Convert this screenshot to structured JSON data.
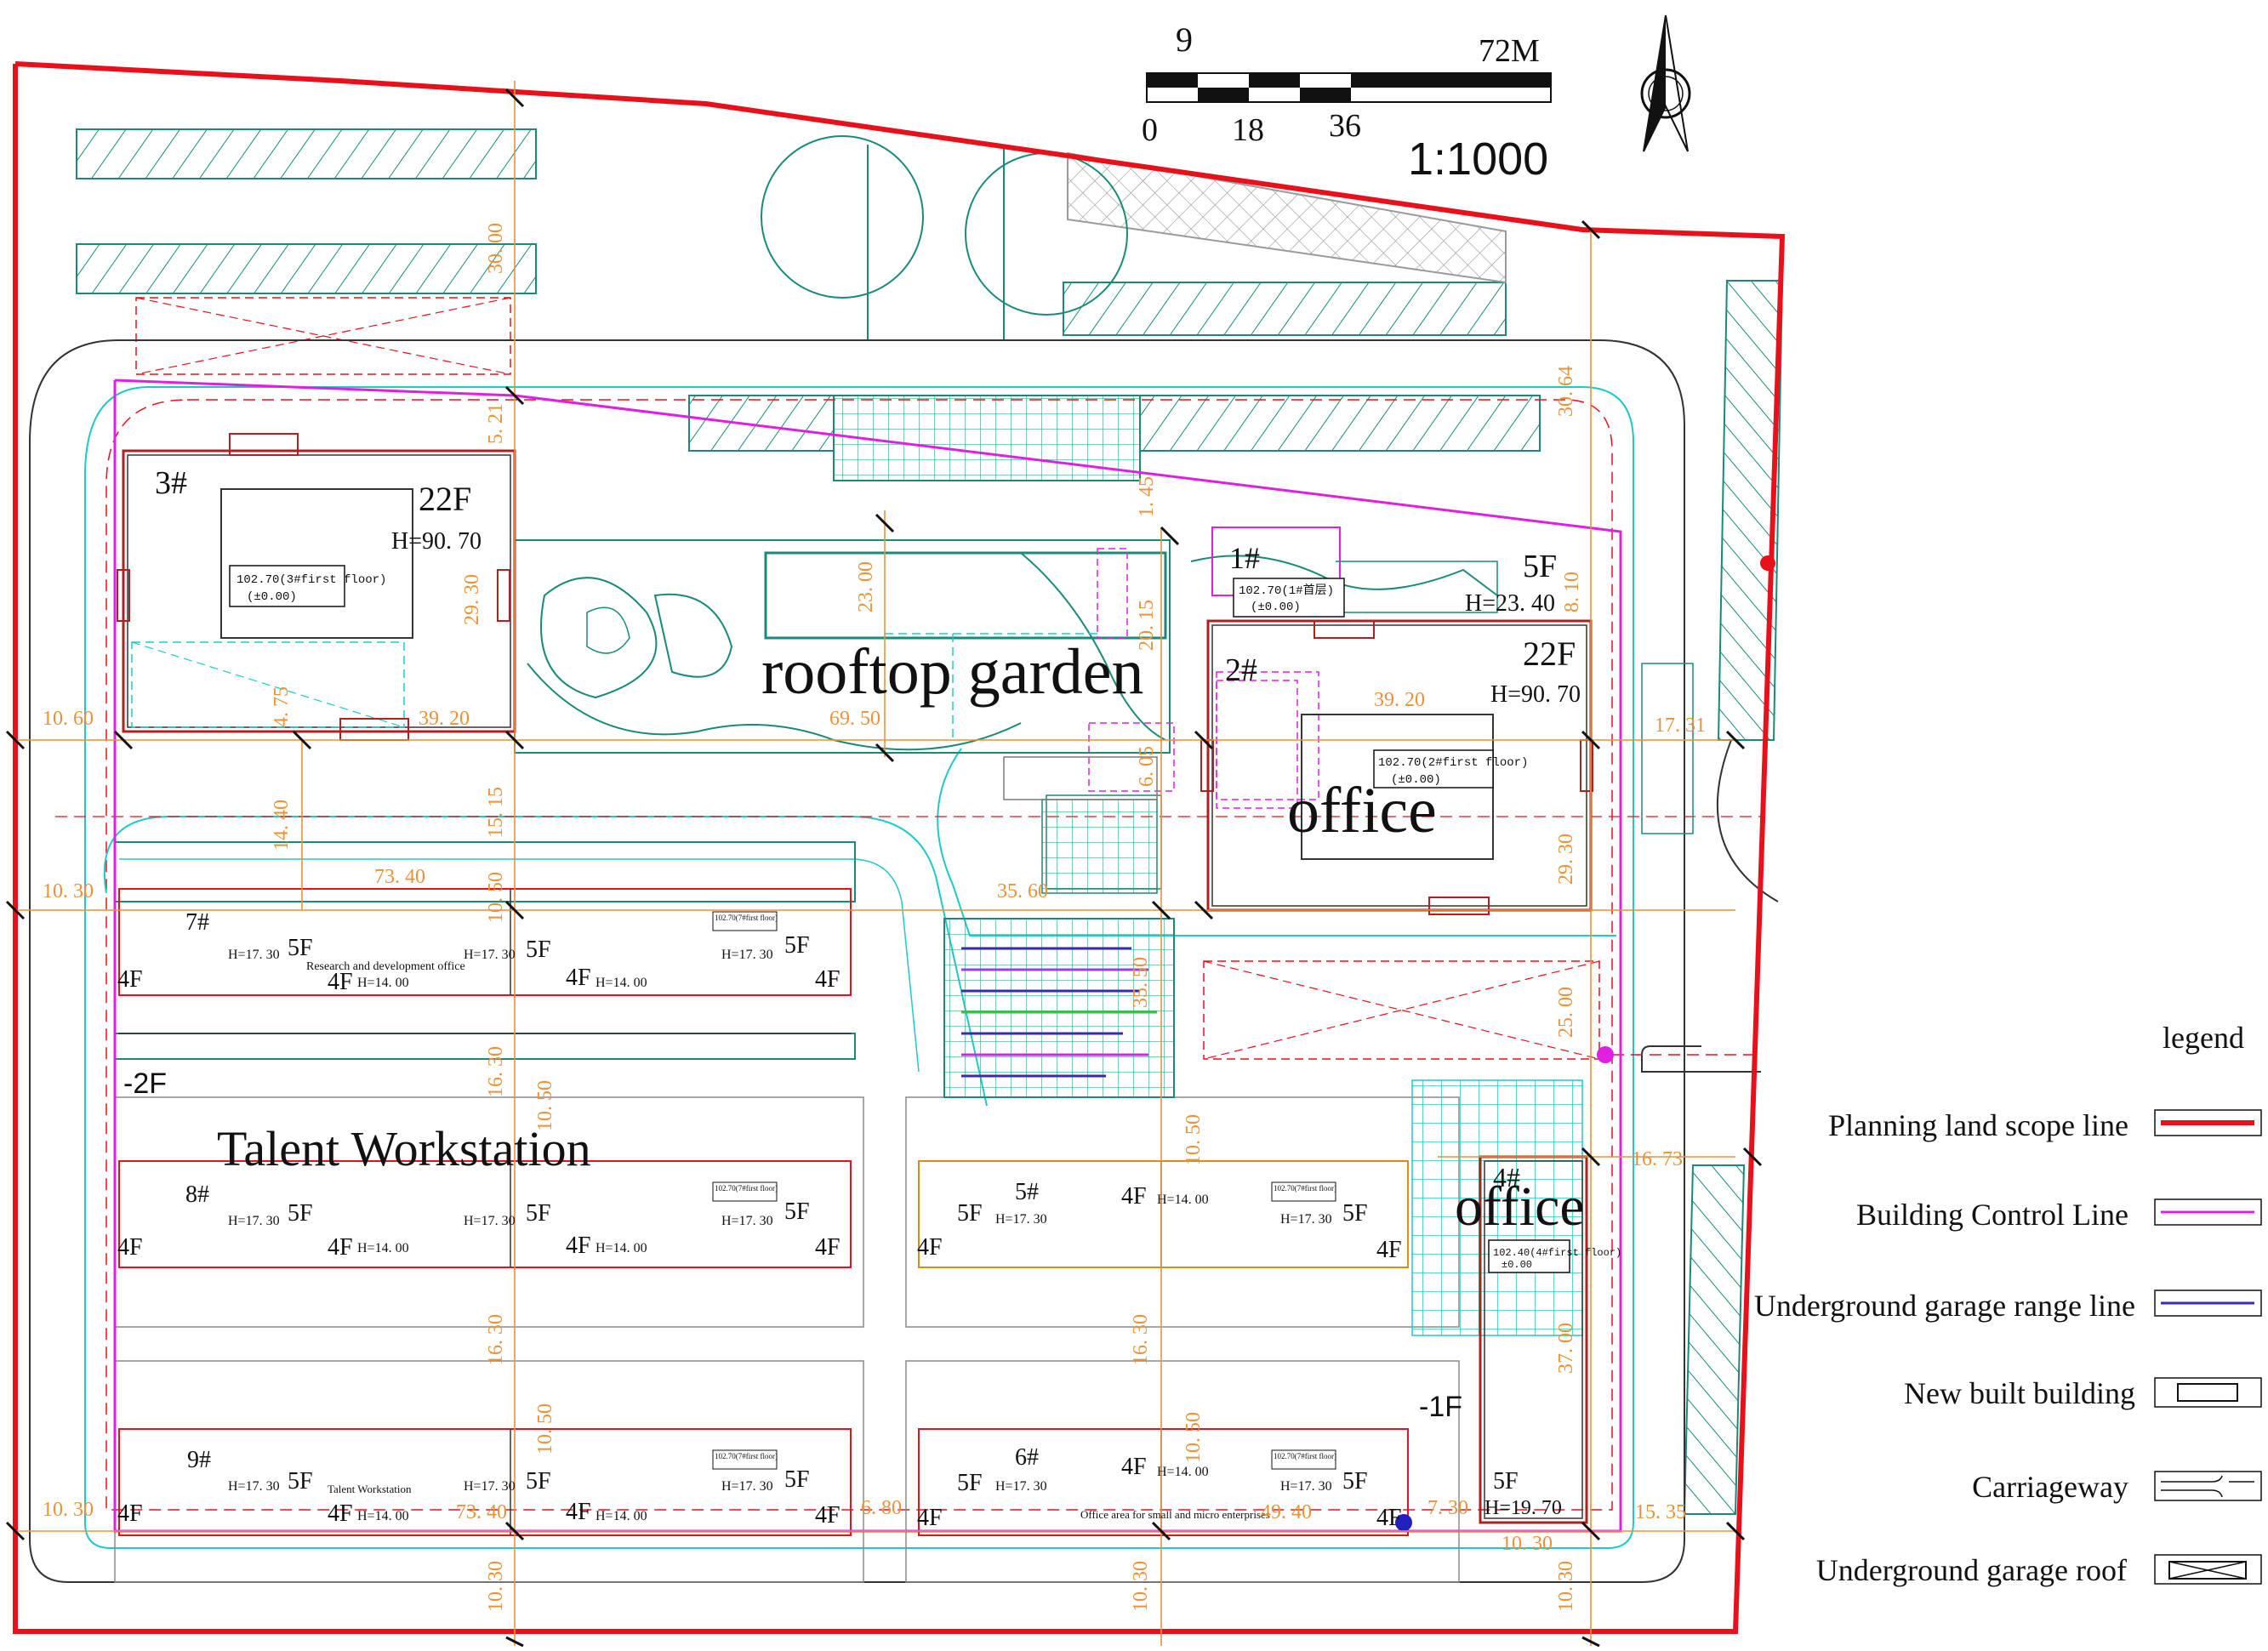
{
  "scale": {
    "ticks_top": [
      "9",
      "72M"
    ],
    "ticks_bottom": [
      "0",
      "18",
      "36"
    ],
    "ratio": "1:1000"
  },
  "labels": {
    "rooftop_garden": "rooftop garden",
    "office_main": "office",
    "office_east": "office",
    "talent_workstation": "Talent Workstation",
    "research_office": "Research and development office",
    "talent_small": "Talent Workstation",
    "small_micro": "Office area for small and micro enterprises",
    "basement_2": "-2F",
    "basement_1": "-1F"
  },
  "buildings": {
    "b3": {
      "id": "3#",
      "floors": "22F",
      "height": "H=90. 70",
      "elev": "102.70(3#first floor)",
      "zero": "(±0.00)"
    },
    "b1": {
      "id": "1#",
      "floors": "5F",
      "height": "H=23. 40",
      "elev": "102.70(1#首层)",
      "zero": "(±0.00)"
    },
    "b2": {
      "id": "2#",
      "floors": "22F",
      "height": "H=90. 70",
      "elev": "102.70(2#first floor)",
      "zero": "(±0.00)"
    },
    "b4": {
      "id": "4#",
      "floors": "5F",
      "height": "H=19. 70",
      "elev": "102.40(4#first floor)",
      "zero": "±0.00"
    },
    "b5": {
      "id": "5#"
    },
    "b6": {
      "id": "6#"
    },
    "b7": {
      "id": "7#"
    },
    "b8": {
      "id": "8#"
    },
    "b9": {
      "id": "9#"
    },
    "f4": "4F",
    "f5": "5F",
    "h1730": "H=17. 30",
    "h1400": "H=14. 00",
    "elev_small": "102.70(7#first floor)"
  },
  "dimensions": {
    "d3000": "30. 00",
    "d3064": "30. 64",
    "d521": "5. 21",
    "d2930a": "29. 30",
    "d2300": "23. 00",
    "d1060": "10. 60",
    "d3920a": "39. 20",
    "d6950": "69. 50",
    "d3920b": "39. 20",
    "d1731": "17. 31",
    "d1030a": "10. 30",
    "d7340a": "73. 40",
    "d1440": "14. 40",
    "d1515": "15. 15",
    "d1050a": "10. 50",
    "d3560": "35. 60",
    "d2930b": "29. 30",
    "d2500": "25. 00",
    "d1630a": "16. 30",
    "d1673": "16. 73",
    "d1050b": "10. 50",
    "d3700": "37. 00",
    "d1030b": "10. 30",
    "d7340b": "73. 40",
    "d680": "6. 80",
    "d4940": "49. 40",
    "d730": "7. 30",
    "d1030c": "10. 30",
    "d1535": "15. 35",
    "d1030d": "10. 30",
    "d1030e": "10. 30",
    "d1030f": "10. 30",
    "d1630b": "16. 30",
    "d1050c": "10. 50",
    "d1630c": "16. 30",
    "d1050d": "10. 50",
    "d605": "6. 05",
    "d810": "8. 10",
    "d145": "1. 45",
    "d2015": "20. 15",
    "d3550": "35. 50",
    "d475": "4. 75",
    "d1050e": "10. 50"
  },
  "legend": {
    "title": "legend",
    "items": [
      {
        "label": "Planning land scope line",
        "color": "#e8101a"
      },
      {
        "label": "Building Control Line",
        "color": "#e020e0"
      },
      {
        "label": "Underground garage range line",
        "color": "#3a2ab0"
      },
      {
        "label": "New built building",
        "color": "#111111"
      },
      {
        "label": "Carriageway",
        "color": "#333333"
      },
      {
        "label": "Underground garage roof",
        "color": "#111111"
      }
    ]
  },
  "colors": {
    "boundary": "#e8101a",
    "control": "#e020e0",
    "road": "#20c8c8",
    "green": "#1a8a78",
    "dim": "#e8923a",
    "building": "#b02020"
  }
}
